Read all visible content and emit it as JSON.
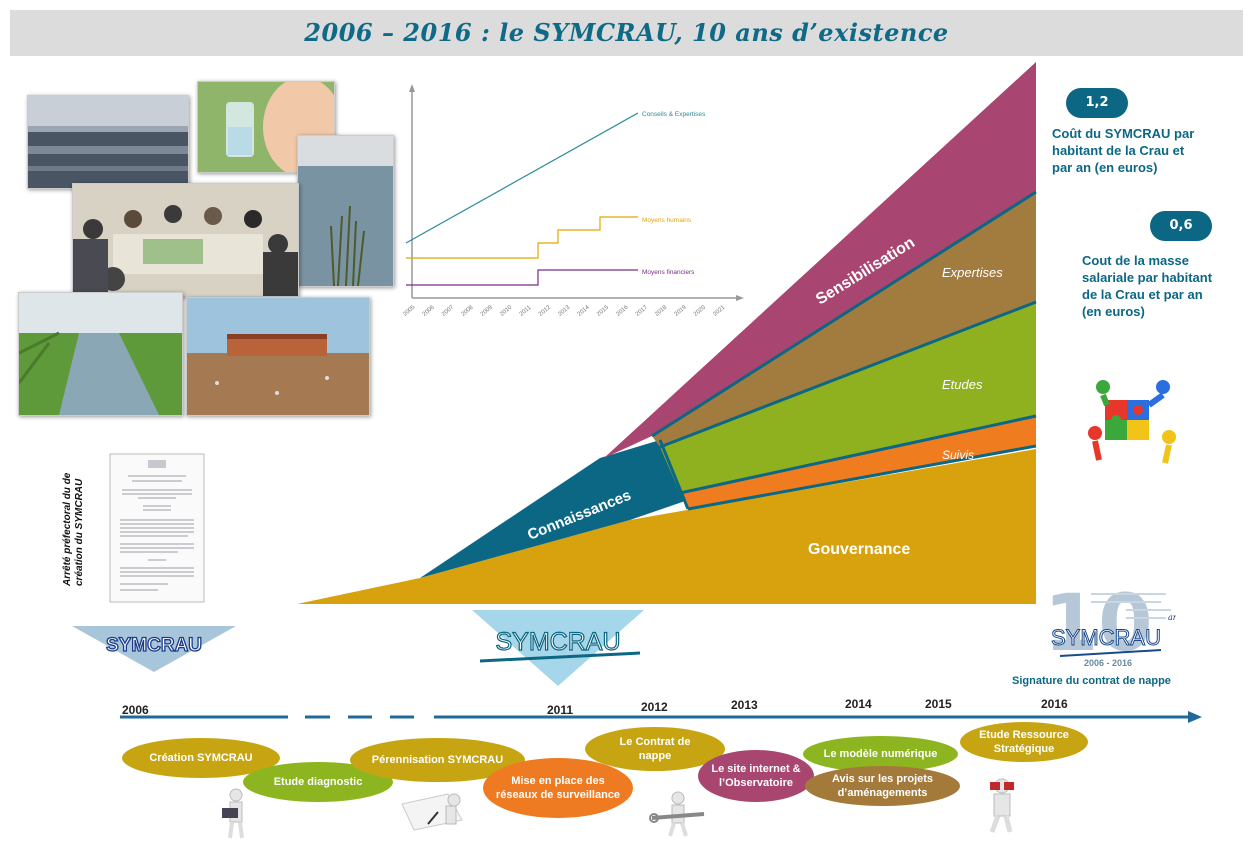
{
  "header": {
    "title": "2006 – 2016 : le SYMCRAU, 10 ans d’existence"
  },
  "stats": [
    {
      "value": "1,2",
      "lines": [
        "Coût du SYMCRAU par",
        "habitant de la Crau et",
        "par an (en euros)"
      ]
    },
    {
      "value": "0,6",
      "lines": [
        "Cout de la masse",
        "salariale par habitant",
        "de la Crau et par an",
        "(en euros)"
      ]
    }
  ],
  "layers": {
    "sensibilisation": "Sensibilisation",
    "expertises": "Expertises",
    "etudes": "Etudes",
    "suivis": "Suivis",
    "connaissances": "Connaissances",
    "gouvernance": "Gouvernance"
  },
  "mini_chart": {
    "x_ticks": [
      "2005",
      "2006",
      "2007",
      "2008",
      "2009",
      "2010",
      "2011",
      "2012",
      "2013",
      "2014",
      "2015",
      "2016",
      "2017",
      "2018",
      "2019",
      "2020",
      "2021"
    ],
    "series": [
      {
        "name": "Conseils & Expertises",
        "color": "#2a8a9a"
      },
      {
        "name": "Moyens humains",
        "color": "#e0a800"
      },
      {
        "name": "Moyens financiers",
        "color": "#7a2a8a"
      }
    ]
  },
  "document": {
    "caption_line1": "Arrêté préfectoral du de",
    "caption_line2": "création du SYMCRAU"
  },
  "logos": {
    "symcrau": "SYMCRAU",
    "ten_years_years": "2006 - 2016",
    "ten_label": "10",
    "ans": "ans"
  },
  "signature": "Signature du contrat de nappe",
  "timeline": {
    "years": [
      "2006",
      "2011",
      "2012",
      "2013",
      "2014",
      "2015",
      "2016"
    ],
    "events": [
      {
        "label": "Création SYMCRAU",
        "color": "#c7a512"
      },
      {
        "label": "Etude diagnostic",
        "color": "#8db520"
      },
      {
        "label": "Pérennisation SYMCRAU",
        "color": "#c7a512"
      },
      {
        "label": "Mise en place des réseaux de surveillance",
        "color": "#ee7a22"
      },
      {
        "label": "Le Contrat de nappe",
        "color": "#c7a512"
      },
      {
        "label": "Le site internet & l’Observatoire",
        "color": "#a8466f"
      },
      {
        "label": "Le modèle numérique",
        "color": "#8db520"
      },
      {
        "label": "Avis sur les projets d’aménagements",
        "color": "#a37a3a"
      },
      {
        "label": "Etude Ressource Stratégique",
        "color": "#c7a512"
      }
    ]
  },
  "colors": {
    "accent": "#0c6784",
    "timeline": "#1f6a9a"
  }
}
